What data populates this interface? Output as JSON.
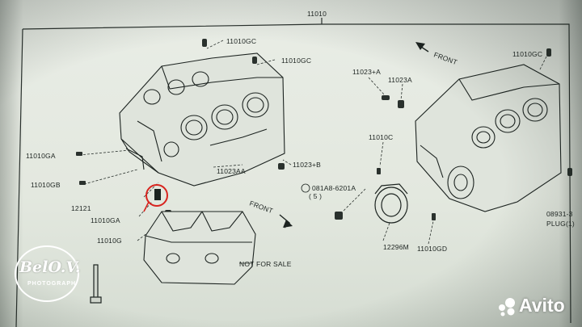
{
  "diagram": {
    "main_part": "11010",
    "labels": {
      "gc_left": "11010GC",
      "gc_left2": "11010GC",
      "gc_right": "11010GC",
      "ga_top": "11010GA",
      "gb": "11010GB",
      "aa": "11023AA",
      "b_plus": "11023+B",
      "a_plus": "11023+A",
      "a_right": "11023A",
      "c_right": "11010C",
      "bolt": "081A8-6201A",
      "bolt_qty": "( 5 )",
      "n12121": "12121",
      "ga_bottom": "11010GA",
      "g_bottom": "11010G",
      "seal": "12296M",
      "gd": "11010GD",
      "plug_code": "08931-3",
      "plug": "PLUG(1)",
      "front_left": "FRONT",
      "front_right": "FRONT",
      "not_for_sale": "NOT FOR SALE"
    }
  },
  "watermark": {
    "name": "BelO.V.",
    "sub": "PHOTOGRAPH",
    "color": "#ffffff"
  },
  "brand": {
    "name": "Avito",
    "colors": [
      "#97cf26",
      "#a169f7",
      "#ff6163",
      "#00aaff"
    ]
  }
}
